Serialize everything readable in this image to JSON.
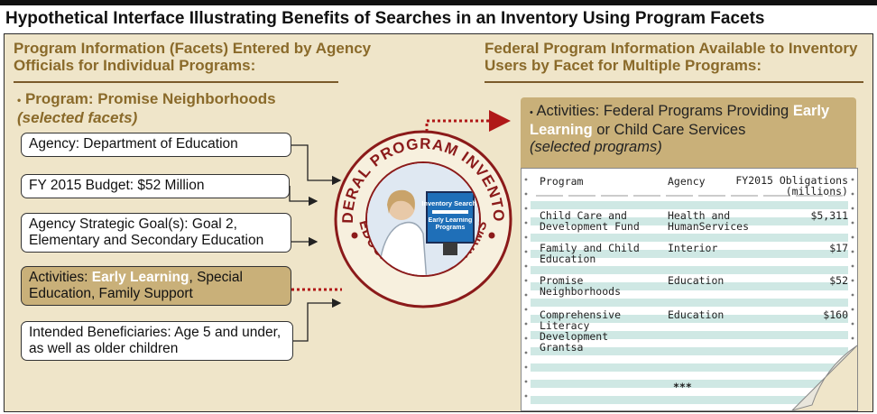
{
  "title": "Hypothetical Interface Illustrating Benefits of Searches in an Inventory Using Program Facets",
  "left": {
    "heading": "Program Information (Facets) Entered by Agency Officials for Individual Programs:",
    "program": "Program: Promise Neighborhoods",
    "selected": "(selected facets)",
    "facets": [
      "Agency: Department of Education",
      "FY 2015 Budget: $52 Million",
      "Agency Strategic Goal(s): Goal 2, Elementary and Secondary Education",
      "Intended Beneficiaries: Age 5 and under, as well as older children"
    ],
    "activities": {
      "prefix": "Activities: ",
      "highlight": "Early Learning",
      "suffix": ", Special Education, Family Support"
    }
  },
  "center": {
    "ring_top": "FEDERAL PROGRAM INVENTORY",
    "ring_bottom": "EDUCATION PROGRAMS",
    "screen_title": "Inventory Search:",
    "screen_query": "Early Learning Programs"
  },
  "right": {
    "heading": "Federal Program Information Available to Inventory Users by Facet for Multiple Programs:",
    "activities": {
      "prefix": "Activities: Federal Programs Providing ",
      "highlight": "Early Learning",
      "suffix": " or Child Care Services"
    },
    "selected": "(selected programs)",
    "table": {
      "headers": [
        "Program",
        "Agency",
        "FY2015 Obligations (millions)"
      ],
      "rows": [
        [
          "Child Care and Development Fund",
          "Health and HumanServices",
          "$5,311"
        ],
        [
          "Family and Child Education",
          "Interior",
          "$17"
        ],
        [
          "Promise Neighborhoods",
          "Education",
          "$52"
        ],
        [
          "Comprehensive Literacy Development Grantsa",
          "Education",
          "$160"
        ]
      ],
      "footer": "***"
    }
  },
  "colors": {
    "panel": "#efe5c9",
    "heading": "#8a6a2a",
    "highlight_box": "#c9b079",
    "dots": "#b01818",
    "ring": "#8b1a1a"
  }
}
